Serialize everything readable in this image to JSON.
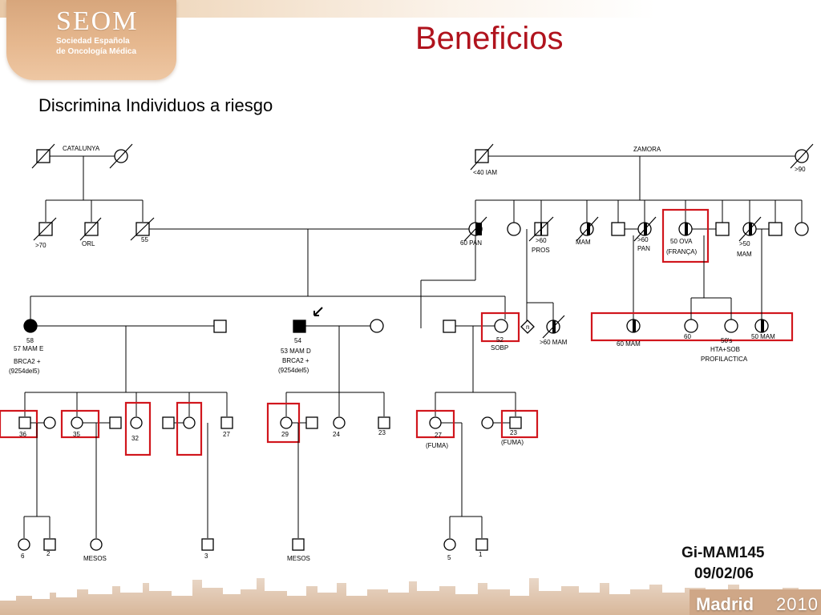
{
  "brand": {
    "logo_name": "SEOM",
    "logo_line1": "Sociedad Española",
    "logo_line2": "de Oncología Médica",
    "footer_city": "Madrid",
    "footer_year": "2010"
  },
  "slide": {
    "title": "Beneficios",
    "subtitle": "Discrimina Individuos a riesgo",
    "caption_code": "Gi-MAM145",
    "caption_date": "09/02/06"
  },
  "pedigree": {
    "left_family": "CATALUNYA",
    "right_family": "ZAMORA",
    "labels": {
      "p_zam_m": "<40 IAM",
      "p_zam_f": ">90",
      "c_lt1": ">70",
      "c_lt2": "ORL",
      "c_lt3": "55",
      "r_1": "60 PAN",
      "r_3": ">60",
      "r_3b": "PROS",
      "r_4": "MAM",
      "r_6a": ">60",
      "r_6b": "PAN",
      "r_7a": "50 OVA",
      "r_7b": "(FRANÇA)",
      "r_9a": ">50",
      "r_9b": "MAM",
      "g3_1a": "58",
      "g3_1b": "57 MAM E",
      "g3_1c": "BRCA2 +",
      "g3_1d": "(9254del5)",
      "g3_pa": "54",
      "g3_pb": "53 MAM D",
      "g3_pc": "BRCA2 +",
      "g3_pd": "(9254del5)",
      "g3_52": "52",
      "g3_52b": "SOBP",
      "g3_n": "n",
      "g3_60": ">60 MAM",
      "g3_r1": "60 MAM",
      "g3_r2": "60",
      "g3_r3": "50's",
      "g3_r4": "50 MAM",
      "g3_r5": "HTA+SOB",
      "g3_r6": "PROFILACTICA",
      "g4_36": "36",
      "g4_35": "35",
      "g4_32": "32",
      "g4_27": "27",
      "g4_29": "29",
      "g4_24": "24",
      "g4_23": "23",
      "g4_27b": "27",
      "g4_fuma1": "(FUMA)",
      "g4_23b": "23",
      "g4_fuma2": "(FUMA)",
      "g5_6": "6",
      "g5_2": "2",
      "g5_mesos1": "MESOS",
      "g5_3": "3",
      "g5_mesos2": "MESOS",
      "g5_5": "5",
      "g5_1": "1"
    }
  },
  "colors": {
    "title": "#b0131d",
    "highlight": "#d1161d",
    "logo": "#e0ad82"
  }
}
